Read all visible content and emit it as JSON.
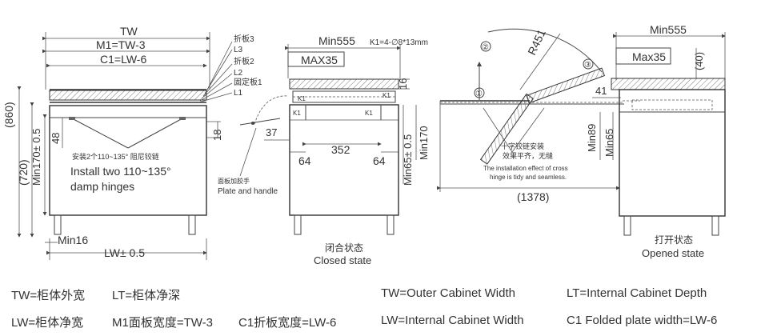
{
  "front": {
    "tw": "TW",
    "m1": "M1=TW-3",
    "c1": "C1=LW-6",
    "plate3_cn": "折板3",
    "l3": "L3",
    "plate2_cn": "折板2",
    "l2": "L2",
    "fixed1_cn": "固定板1",
    "l1": "L1",
    "h860": "(860)",
    "h720": "(720)",
    "min170": "Min170± 0.5",
    "d48": "48",
    "d18": "18",
    "hinge_cn": "安装2个110~135° 阻尼铰链",
    "hinge_en1": "Install two 110~135°",
    "hinge_en2": "damp hinges",
    "min16": "Min16",
    "lw": "LW± 0.5"
  },
  "closed": {
    "min555": "Min555",
    "k1hole": "K1=4-∅8*13mm",
    "max35": "MAX35",
    "d16": "16",
    "k1a": "K1",
    "k1b": "K1",
    "k1c": "K1",
    "k1d": "K1",
    "d37": "37",
    "d352": "352",
    "d64a": "64",
    "d64b": "64",
    "min65": "Min65± 0.5",
    "min170": "Min170",
    "plate_cn": "面板加胶手",
    "plate_en": "Plate and handle",
    "state_cn": "闭合状态",
    "state_en": "Closed state"
  },
  "opened": {
    "n1": "①",
    "n2": "②",
    "n3": "③",
    "r451": "R451",
    "min555": "Min555",
    "max35": "Max35",
    "d40": "(40)",
    "d41": "41",
    "min89": "Min89",
    "min65": "Min65",
    "cross_cn1": "十字铰链安装",
    "cross_cn2": "效果平齐，无缝",
    "cross_en1": "The installation effect of cross",
    "cross_en2": "hinge is tidy and seamless.",
    "d1378": "(1378)",
    "state_cn": "打开状态",
    "state_en": "Opened state"
  },
  "legend": {
    "tw_cn": "TW=柜体外宽",
    "lt_cn": "LT=柜体净深",
    "lw_cn": "LW=柜体净宽",
    "m1_cn": "M1面板宽度=TW-3",
    "c1_cn": "C1折板宽度=LW-6",
    "tw_en": "TW=Outer Cabinet Width",
    "lt_en": "LT=Internal Cabinet Depth",
    "lw_en": "LW=Internal Cabinet Width",
    "c1_en": "C1 Folded plate width=LW-6"
  }
}
